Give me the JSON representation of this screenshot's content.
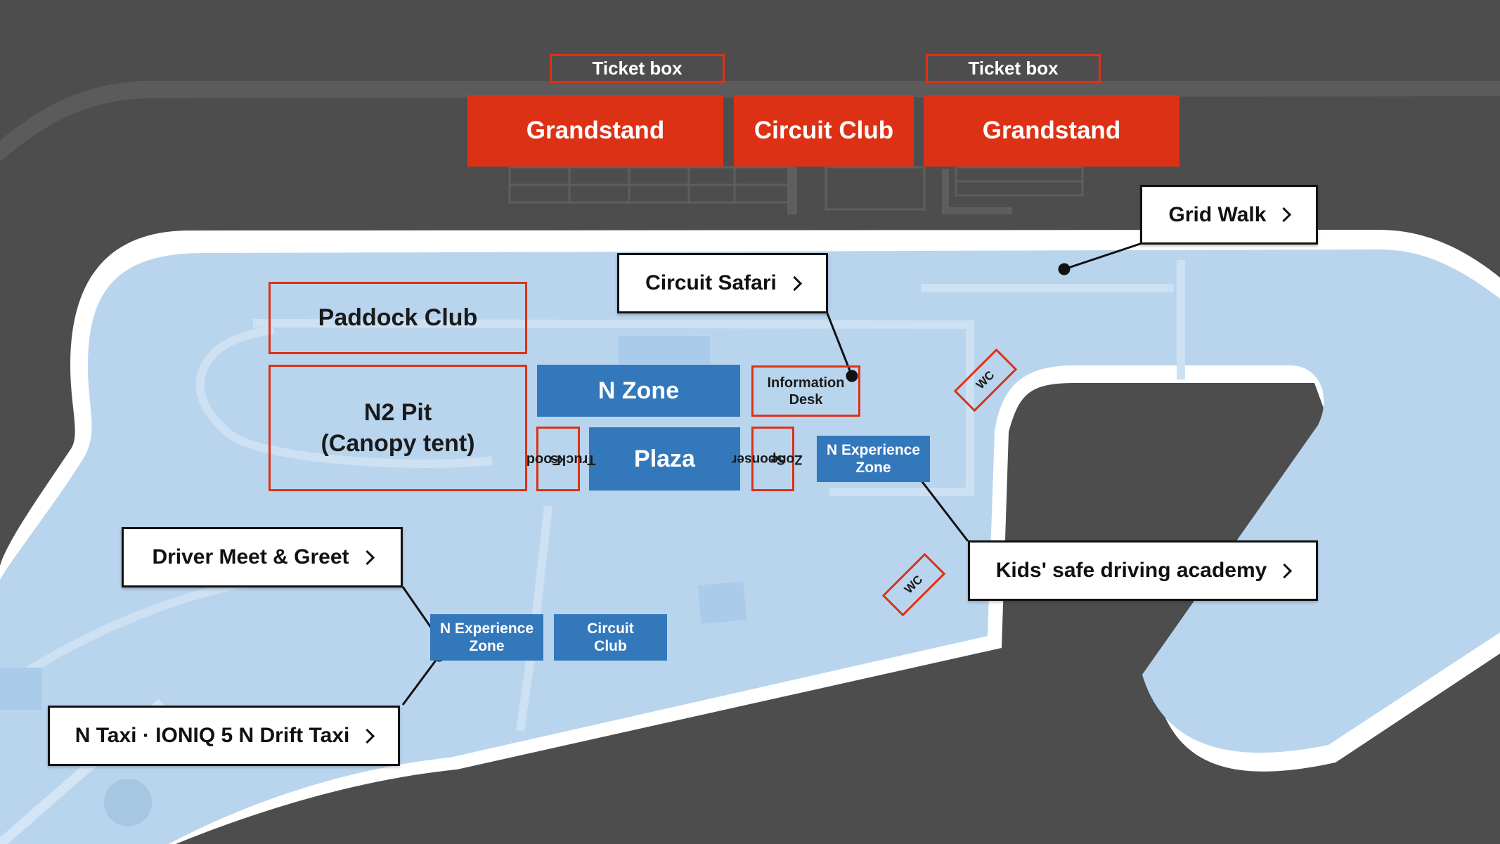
{
  "colors": {
    "background": "#4d4d4d",
    "venue_fill": "#b9d5ee",
    "accent_red": "#dd3116",
    "zone_blue": "#3378bb",
    "callout_bg": "#ffffff"
  },
  "stands": {
    "ticket_left": "Ticket box",
    "ticket_right": "Ticket box",
    "grandstand_left": "Grandstand",
    "circuit_club_top": "Circuit Club",
    "grandstand_right": "Grandstand"
  },
  "zones": {
    "paddock_club": "Paddock Club",
    "n2_pit_line1": "N2 Pit",
    "n2_pit_line2": "(Canopy tent)",
    "n_zone": "N Zone",
    "plaza": "Plaza",
    "food_trucks_line1": "Food",
    "food_trucks_line2": "Trucks",
    "info_desk_line1": "Information",
    "info_desk_line2": "Desk",
    "sponsor_zone_line1": "Sponser",
    "sponsor_zone_line2": "Zone",
    "n_exp_right_line1": "N Experience",
    "n_exp_right_line2": "Zone",
    "n_exp_left_line1": "N Experience",
    "n_exp_left_line2": "Zone",
    "circuit_club_bottom_line1": "Circuit",
    "circuit_club_bottom_line2": "Club",
    "wc_1": "WC",
    "wc_2": "WC"
  },
  "callouts": {
    "grid_walk": "Grid Walk",
    "circuit_safari": "Circuit Safari",
    "kids_academy": "Kids' safe driving academy",
    "driver_meet": "Driver Meet & Greet",
    "n_taxi": "N Taxi · IONIQ 5 N Drift Taxi"
  },
  "icons": {
    "callout_arrow": "chevron-right-icon",
    "connector_dot": "marker-dot-icon"
  }
}
